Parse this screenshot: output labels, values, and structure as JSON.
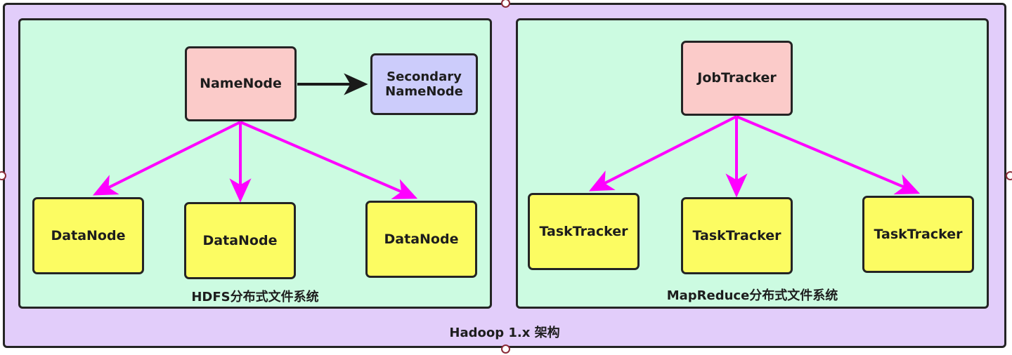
{
  "diagram": {
    "title": "Hadoop 1.x 架构",
    "colors": {
      "outer_background": "#e2cdfa",
      "panel_background": "#ccfbe1",
      "master_node": "#fbcbc9",
      "worker_node": "#fcfc62",
      "secondary_node": "#ccccfb",
      "stroke": "#242424",
      "arrow_magenta": "#ff00ff",
      "arrow_black": "#1a1a1a",
      "handle_border": "#8b2b38"
    },
    "panels": [
      {
        "id": "hdfs",
        "caption": "HDFS分布式文件系统",
        "master": "NameNode",
        "secondary": "Secondary NameNode",
        "secondary_wrapped": [
          "Secondary",
          "NameNod",
          "e"
        ],
        "workers": [
          "DataNode",
          "DataNode",
          "DataNode"
        ]
      },
      {
        "id": "mapreduce",
        "caption": "MapReduce分布式文件系统",
        "master": "JobTracker",
        "workers": [
          "TaskTracker",
          "TaskTracker",
          "TaskTracker"
        ]
      }
    ],
    "edges": [
      {
        "from": "NameNode",
        "to": "Secondary NameNode",
        "style": "black-solid-arrow"
      },
      {
        "from": "NameNode",
        "to": "DataNode 1",
        "style": "magenta-arrow"
      },
      {
        "from": "NameNode",
        "to": "DataNode 2",
        "style": "magenta-arrow"
      },
      {
        "from": "NameNode",
        "to": "DataNode 3",
        "style": "magenta-arrow"
      },
      {
        "from": "JobTracker",
        "to": "TaskTracker 1",
        "style": "magenta-arrow"
      },
      {
        "from": "JobTracker",
        "to": "TaskTracker 2",
        "style": "magenta-arrow"
      },
      {
        "from": "JobTracker",
        "to": "TaskTracker 3",
        "style": "magenta-arrow"
      }
    ],
    "handles": [
      "top-center",
      "bottom-center",
      "left-middle",
      "right-middle"
    ]
  }
}
